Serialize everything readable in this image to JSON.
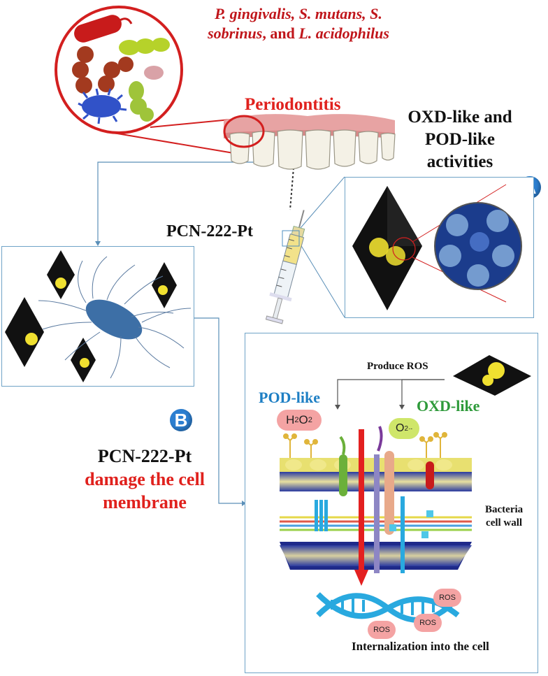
{
  "bacteria_list": {
    "line1": "P. gingivalis, S. mutans, S.",
    "line2_italic": "sobrinus",
    "line2_and": ", and ",
    "line2_last": "L. acidophilus"
  },
  "periodontitis_label": "Periodontitis",
  "activities_label": {
    "line1": "OXD-like and",
    "line2": "POD-like",
    "line3": "activities"
  },
  "badge_a": "A",
  "badge_b": "B",
  "pcn_label_top": "PCN-222-Pt",
  "pcn_label_bottom": "PCN-222-Pt",
  "damage_label": {
    "line1": "damage the cell",
    "line2": "membrane"
  },
  "produce_ros_label": "Produce ROS",
  "pod_like_label": "POD-like",
  "oxd_like_label": "OXD-like",
  "h2o2_label": "H",
  "h2o2_sub1": "2",
  "h2o2_mid": "O",
  "h2o2_sub2": "2",
  "o2_label": "O",
  "o2_sub": "2",
  "o2_sup": "·-",
  "bacteria_wall_label": {
    "line1": "Bacteria",
    "line2": "cell wall"
  },
  "ros_label": "ROS",
  "internalization_label": "Internalization into the cell",
  "colors": {
    "panel_border": "#6fa3c7",
    "title_red": "#e0211d",
    "pod_blue": "#1e7fc4",
    "oxd_green": "#2e9a3a",
    "membrane_blue": "#1f2a8a",
    "dna_cyan": "#29a9df"
  }
}
